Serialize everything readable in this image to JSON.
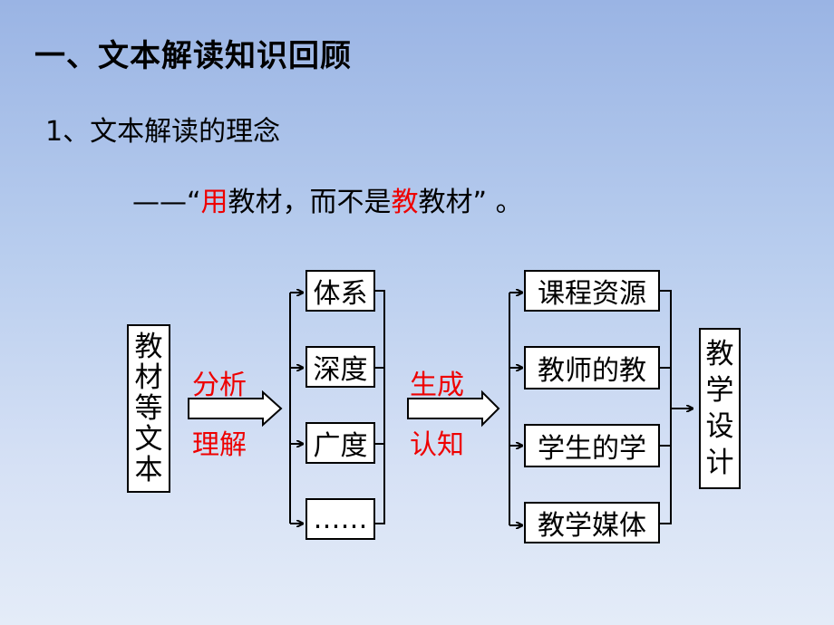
{
  "heading": "一、文本解读知识回顾",
  "subheading": "1、文本解读的理念",
  "quote": {
    "prefix": "——“",
    "word1": "用",
    "mid": "教材，而不是",
    "word2": "教",
    "suffix": "教材” 。"
  },
  "source_box": [
    "教",
    "材",
    "等",
    "文",
    "本"
  ],
  "arrow1": {
    "top": "分析",
    "bottom": "理解"
  },
  "middle_items": [
    "体系",
    "深度",
    "广度",
    "……"
  ],
  "arrow2": {
    "top": "生成",
    "bottom": "认知"
  },
  "right_items": [
    "课程资源",
    "教师的教",
    "学生的学",
    "教学媒体"
  ],
  "target_box": [
    "教",
    "学",
    "设",
    "计"
  ],
  "colors": {
    "accent": "#ee0000",
    "line": "#000000"
  }
}
